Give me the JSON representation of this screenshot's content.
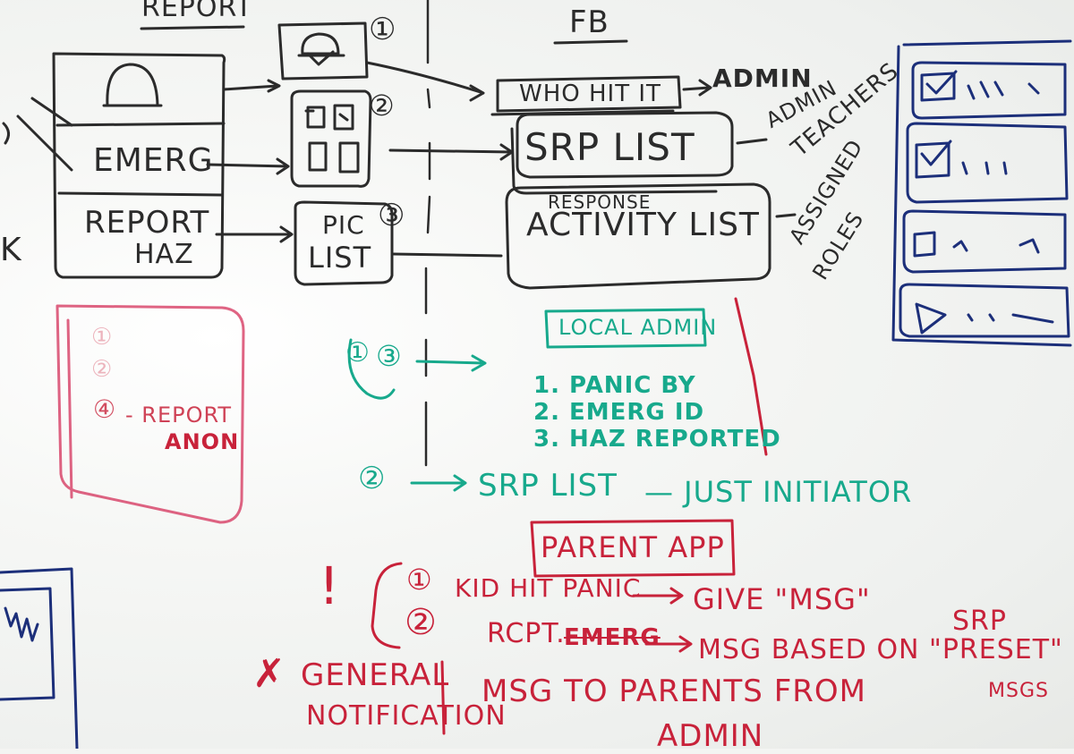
{
  "left_column": {
    "report_heading": "REPORT",
    "emerg": "EMERG",
    "report_haz_line1": "REPORT",
    "report_haz_line2": "HAZ",
    "edge_letter": "K"
  },
  "middle_column": {
    "num_1": "①",
    "num_2": "②",
    "num_3": "③",
    "pic_list_line1": "PIC",
    "pic_list_line2": "LIST"
  },
  "fb_section": {
    "heading": "FB",
    "who_hit_it": "WHO HIT IT",
    "admin": "ADMIN",
    "srp_list": "SRP LIST",
    "admin_teachers_line1": "ADMIN",
    "admin_teachers_line2": "TEACHERS",
    "response_label": "RESPONSE",
    "activity_list": "ACTIVITY LIST",
    "assigned_roles_line1": "ASSIGNED",
    "assigned_roles_line2": "ROLES"
  },
  "faded_box": {
    "item_1": "①",
    "item_2": "②",
    "item_4": "④",
    "report": "- REPORT",
    "anon": "ANON"
  },
  "local_admin": {
    "title": "LOCAL ADMIN",
    "num_1": "①",
    "num_3": "③",
    "items": [
      "1. PANIC BY",
      "2. EMERG ID",
      "3. HAZ REPORTED"
    ],
    "row2_num": "②",
    "srp_list": "SRP LIST",
    "just_initiator": "— JUST INITIATOR"
  },
  "parent_app": {
    "title": "PARENT APP",
    "exclaim": "!",
    "item_1_num": "①",
    "item_1_text": "KID HIT PANIC",
    "item_1_result": "GIVE \"MSG\"",
    "item_2_num": "②",
    "item_2_prefix": "RCPT.",
    "item_2_struck": "EMERG",
    "item_2_result": "MSG BASED ON \"PRESET\"",
    "srp": "SRP",
    "msgs": "MSGS",
    "x_mark": "✗",
    "general": "GENERAL",
    "notification": "NOTIFICATION",
    "msg_to_parents": "MSG TO PARENTS FROM",
    "admin": "ADMIN"
  },
  "colors": {
    "black_ink": "#2b2b2b",
    "blue_ink": "#1c2f7a",
    "teal_ink": "#17a98c",
    "red_ink": "#c8223a",
    "board": "#f3f4f2"
  }
}
